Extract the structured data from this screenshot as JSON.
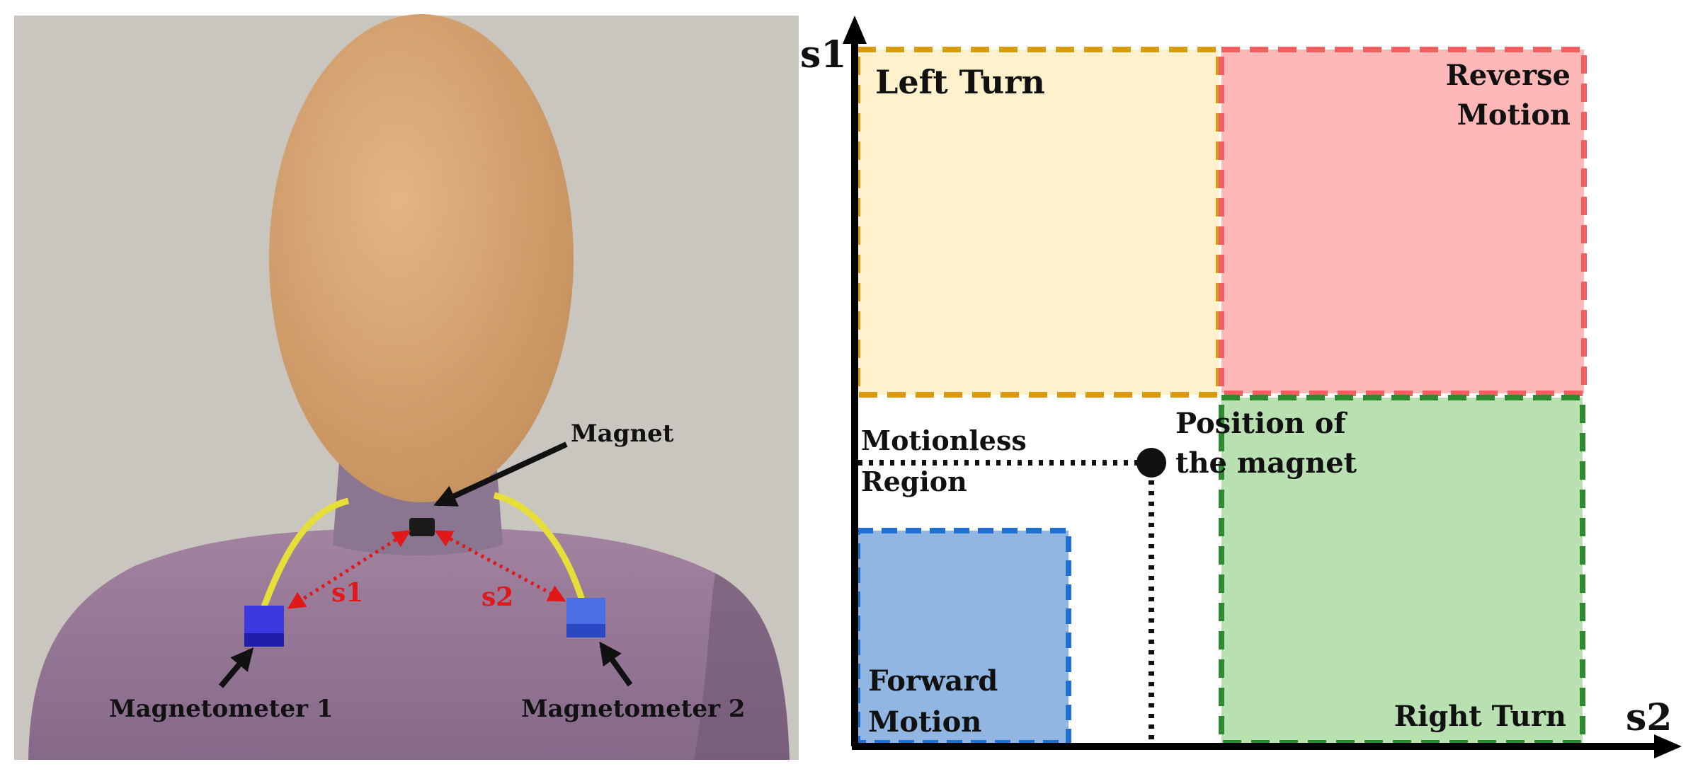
{
  "illustration": {
    "labels": {
      "magnet": "Magnet",
      "s1": "s1",
      "s2": "s2",
      "magnetometer_1": "Magnetometer 1",
      "magnetometer_2": "Magnetometer 2"
    },
    "colors": {
      "background": "#c9c5bf",
      "head": "#d9a571",
      "torso": "#9a7a95",
      "neck": "#8a7690",
      "cable": "#e6df3a",
      "sensor": "#2a2ad8",
      "magnet": "#1a1a1a",
      "distance_arrow": "#e01818"
    }
  },
  "region_map": {
    "axes": {
      "y_label": "s1",
      "x_label": "s2"
    },
    "regions": {
      "left_turn": {
        "label": "Left Turn",
        "fill": "#fff1cc",
        "border": "#d79a10"
      },
      "reverse_motion": {
        "label_line1": "Reverse",
        "label_line2": "Motion",
        "fill": "#ffb8b8",
        "border": "#f06060"
      },
      "right_turn": {
        "label": "Right Turn",
        "fill": "#b8e0b0",
        "border": "#2e8a2e"
      },
      "forward_motion": {
        "label_line1": "Forward",
        "label_line2": "Motion",
        "fill": "#92b6e2",
        "border": "#1f6fd0"
      },
      "motionless": {
        "label_line1": "Motionless",
        "label_line2": "Region"
      }
    },
    "magnet_marker": {
      "label_line1": "Position of",
      "label_line2": "the magnet"
    }
  }
}
